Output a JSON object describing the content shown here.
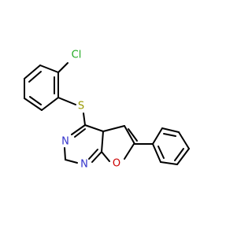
{
  "colors": {
    "bond": "#000000",
    "carbon_label": "#000000",
    "nitrogen": "#3333cc",
    "oxygen": "#cc0000",
    "sulfur": "#999900",
    "chlorine": "#22aa22"
  },
  "atoms": {
    "chlorine": "Cl",
    "sulfur": "S",
    "nitrogen_1": "N",
    "nitrogen_2": "N",
    "oxygen": "O"
  }
}
